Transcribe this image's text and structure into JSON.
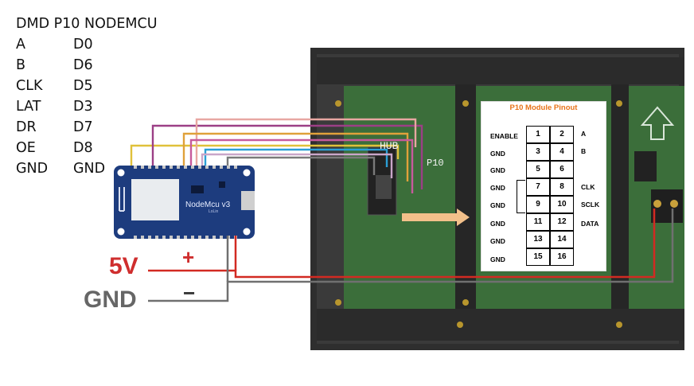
{
  "mapping": {
    "header": "DMD P10 NODEMCU",
    "rows": [
      {
        "dmd": "A",
        "nodemcu": "D0"
      },
      {
        "dmd": "B",
        "nodemcu": "D6"
      },
      {
        "dmd": "CLK",
        "nodemcu": "D5"
      },
      {
        "dmd": "LAT",
        "nodemcu": "D3"
      },
      {
        "dmd": "DR",
        "nodemcu": "D7"
      },
      {
        "dmd": "OE",
        "nodemcu": "D8"
      },
      {
        "dmd": "GND",
        "nodemcu": "GND"
      }
    ]
  },
  "pinout": {
    "title": "P10 Module Pinout",
    "pins": [
      [
        "1",
        "2"
      ],
      [
        "3",
        "4"
      ],
      [
        "5",
        "6"
      ],
      [
        "7",
        "8"
      ],
      [
        "9",
        "10"
      ],
      [
        "11",
        "12"
      ],
      [
        "13",
        "14"
      ],
      [
        "15",
        "16"
      ]
    ],
    "left_labels": [
      "ENABLE",
      "GND",
      "GND",
      "GND",
      "GND",
      "GND",
      "GND",
      "GND"
    ],
    "right_labels": [
      "A",
      "B",
      "",
      "CLK",
      "SCLK",
      "DATA",
      "",
      ""
    ]
  },
  "board": {
    "name": "NodeMcu v3",
    "sub": "LoLin"
  },
  "panel": {
    "p10_label": "P10",
    "hub_label": "HUB"
  },
  "power": {
    "vcc_label": "5V",
    "gnd_label": "GND",
    "plus_sign": "+",
    "minus_sign": "−"
  },
  "colors": {
    "wire_vcc": "#d22a22",
    "wire_gnd": "#707070",
    "wire_A": "#e0c13a",
    "wire_B": "#9c3f86",
    "wire_CLK": "#e8a7a2",
    "wire_LAT": "#e0a13a",
    "wire_DR": "#2b9fd6",
    "wire_OE": "#c75a9c",
    "board": "#1d3c7e",
    "panel_pcb": "#3b6e3a"
  }
}
